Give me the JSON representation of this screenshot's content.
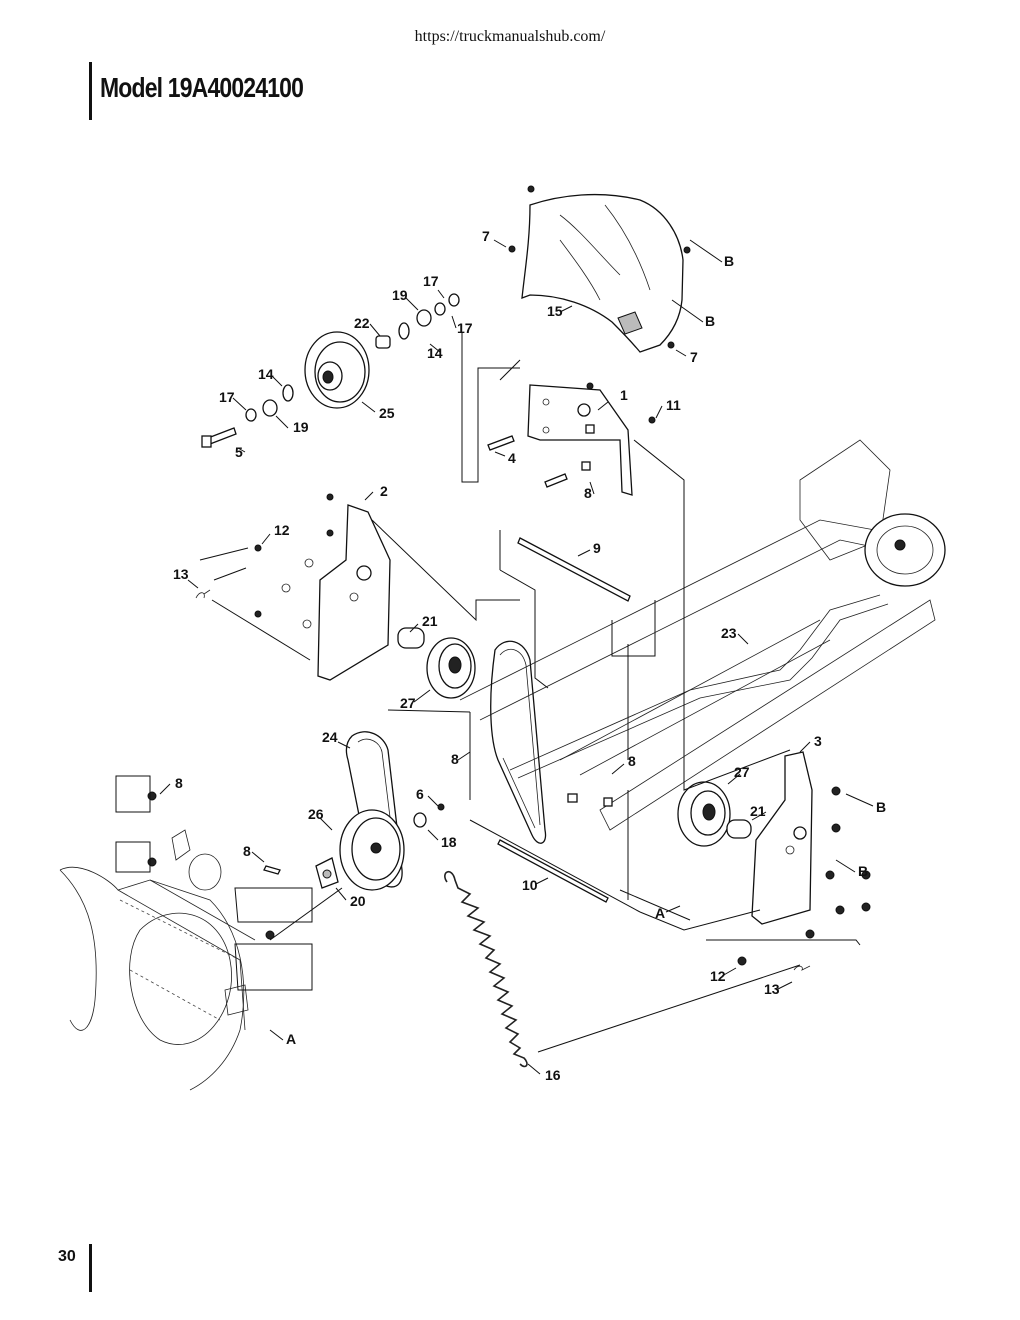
{
  "header": {
    "url": "https://truckmanualshub.com/",
    "title": "Model 19A40024100"
  },
  "footer": {
    "page_number": "30"
  },
  "callouts": {
    "1": "1",
    "2": "2",
    "3": "3",
    "4": "4",
    "5": "5",
    "6": "6",
    "7a": "7",
    "7b": "7",
    "8a": "8",
    "8b": "8",
    "8c": "8",
    "8d": "8",
    "8e": "8",
    "9": "9",
    "10": "10",
    "11": "11",
    "12a": "12",
    "12b": "12",
    "13a": "13",
    "13b": "13",
    "14a": "14",
    "14b": "14",
    "15": "15",
    "16": "16",
    "17a": "17",
    "17b": "17",
    "17c": "17",
    "18": "18",
    "19a": "19",
    "19b": "19",
    "20": "20",
    "21a": "21",
    "21b": "21",
    "22": "22",
    "23": "23",
    "24": "24",
    "25": "25",
    "26": "26",
    "27a": "27",
    "27b": "27",
    "A1": "A",
    "A2": "A",
    "B1": "B",
    "B2": "B",
    "B3": "B",
    "B4": "B"
  }
}
